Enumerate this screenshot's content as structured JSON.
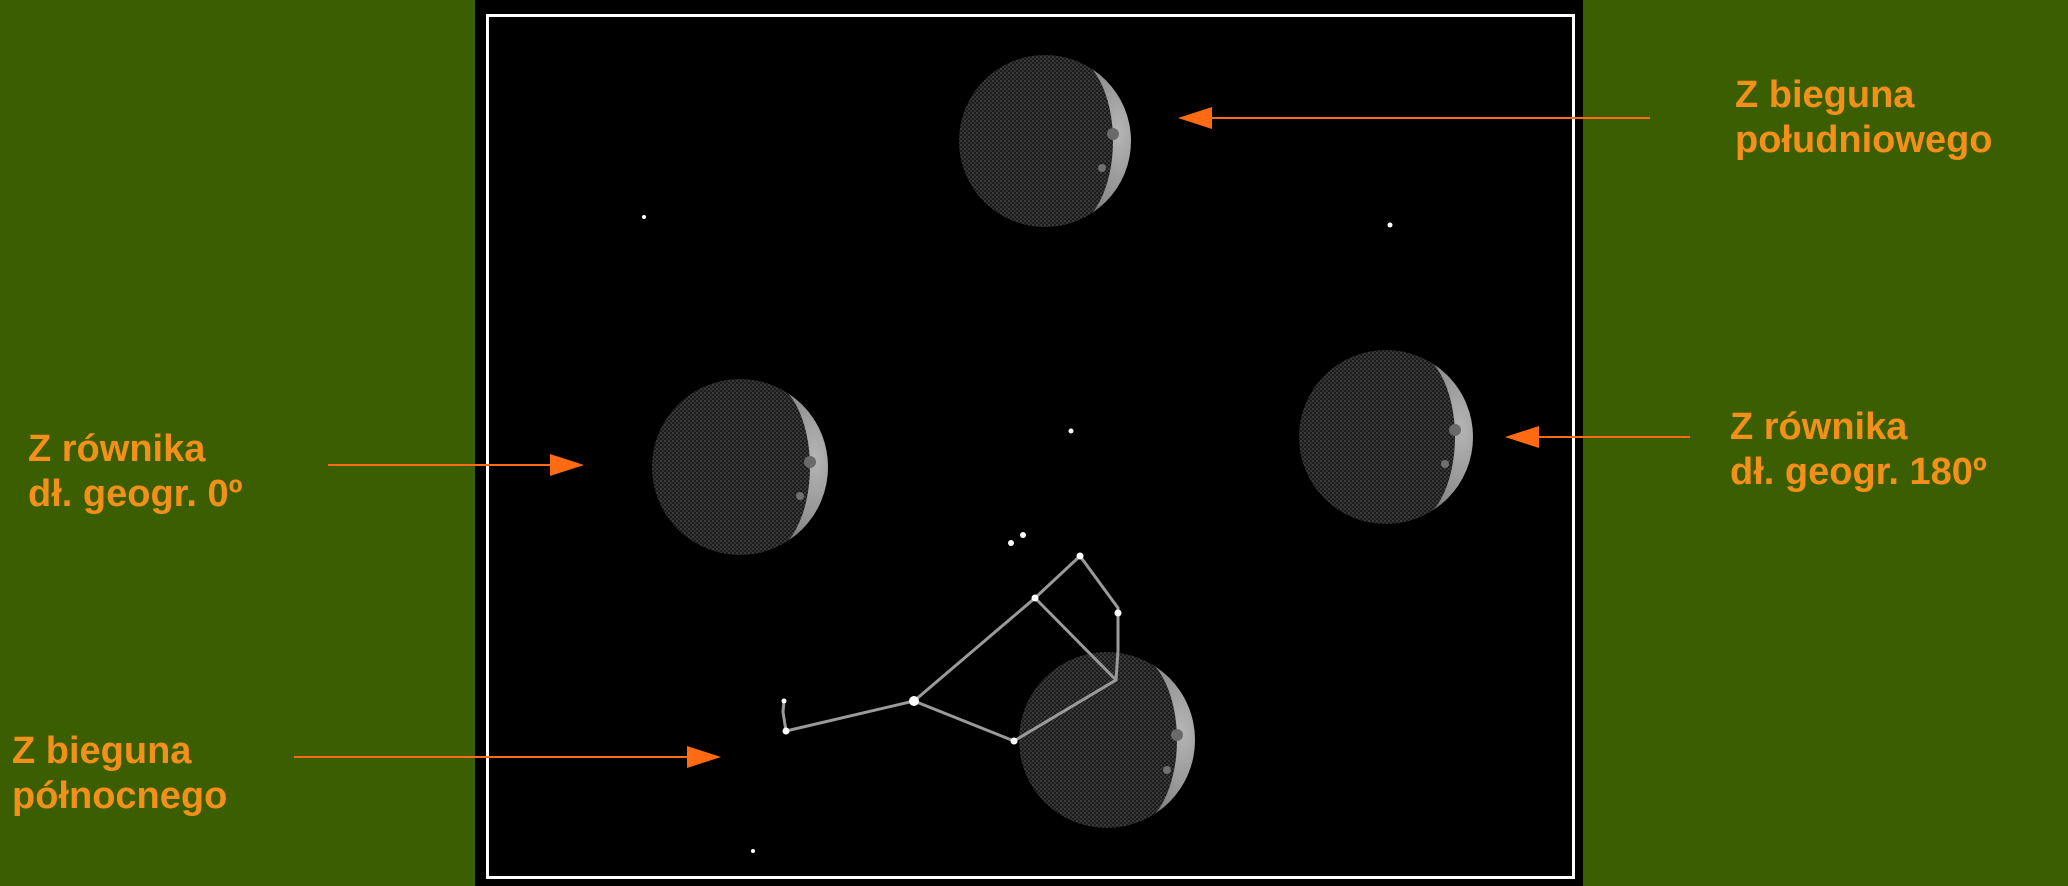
{
  "labels": {
    "south_pole": {
      "line1": "Z bieguna",
      "line2": "południowego"
    },
    "equator_180": {
      "line1": "Z równika",
      "line2": "dł. geogr. 180º"
    },
    "equator_0": {
      "line1": "Z równika",
      "line2": "dł. geogr. 0º"
    },
    "north_pole": {
      "line1": "Z bieguna",
      "line2": "północnego"
    }
  },
  "colors": {
    "background": "#3a5e00",
    "panel": "#000000",
    "frame": "#ffffff",
    "label": "#f39019",
    "arrow": "#ff6a13",
    "moon_dark": "#2b2b2b",
    "moon_lit": "#9a9a9a"
  },
  "icons": [
    "moon-crescent-icon",
    "arrow-left-icon",
    "arrow-right-icon",
    "star-icon"
  ]
}
